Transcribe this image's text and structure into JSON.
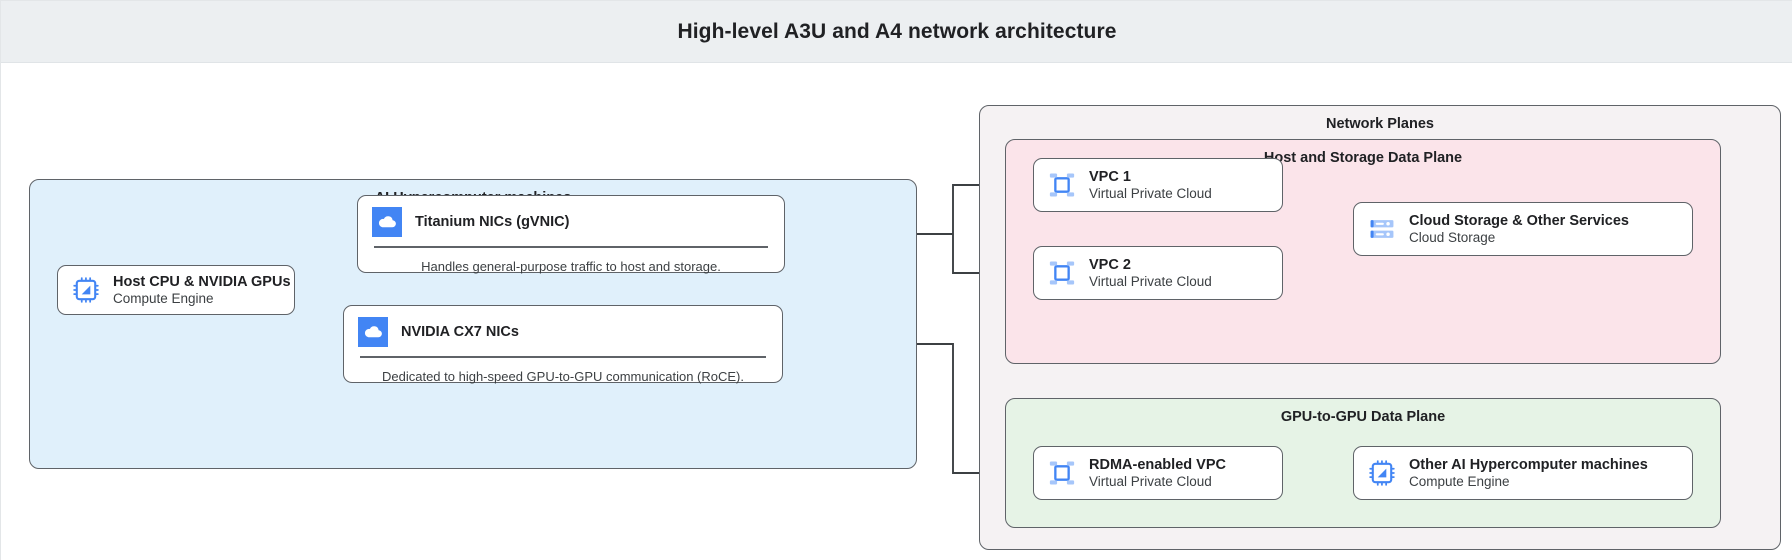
{
  "header": {
    "title": "High-level A3U and A4 network architecture"
  },
  "groups": {
    "machines": {
      "title": "AI Hypercomputer machines",
      "color": "#e0f0fb"
    },
    "planes": {
      "title": "Network Planes",
      "color": "#f5f2f3"
    },
    "host_plane": {
      "title": "Host and Storage Data Plane",
      "color": "#fbe4ea"
    },
    "gpu_plane": {
      "title": "GPU-to-GPU Data Plane",
      "color": "#e6f3e6"
    }
  },
  "nodes": {
    "host_cpu": {
      "title": "Host CPU & NVIDIA GPUs",
      "subtitle": "Compute Engine",
      "icon": "cpu-chip-icon"
    },
    "titanium": {
      "title": "Titanium NICs (gVNIC)",
      "description": "Handles general-purpose traffic to host and storage.",
      "icon": "cloud-icon"
    },
    "cx7": {
      "title": "NVIDIA CX7 NICs",
      "description": "Dedicated to high-speed GPU-to-GPU communication (RoCE).",
      "icon": "cloud-icon"
    },
    "vpc1": {
      "title": "VPC 1",
      "subtitle": "Virtual Private Cloud",
      "icon": "vpc-icon"
    },
    "vpc2": {
      "title": "VPC 2",
      "subtitle": "Virtual Private Cloud",
      "icon": "vpc-icon"
    },
    "storage": {
      "title": "Cloud Storage & Other Services",
      "subtitle": "Cloud Storage",
      "icon": "storage-icon"
    },
    "rdma": {
      "title": "RDMA-enabled VPC",
      "subtitle": "Virtual Private Cloud",
      "icon": "vpc-icon"
    },
    "other_machines": {
      "title": "Other AI Hypercomputer machines",
      "subtitle": "Compute Engine",
      "icon": "cpu-chip-icon"
    }
  },
  "colors": {
    "title_bar": "#eceff1",
    "border": "#5f6368",
    "icon_blue": "#4285f4",
    "icon_blue_light": "#a6c6fa",
    "text": "#202124"
  }
}
